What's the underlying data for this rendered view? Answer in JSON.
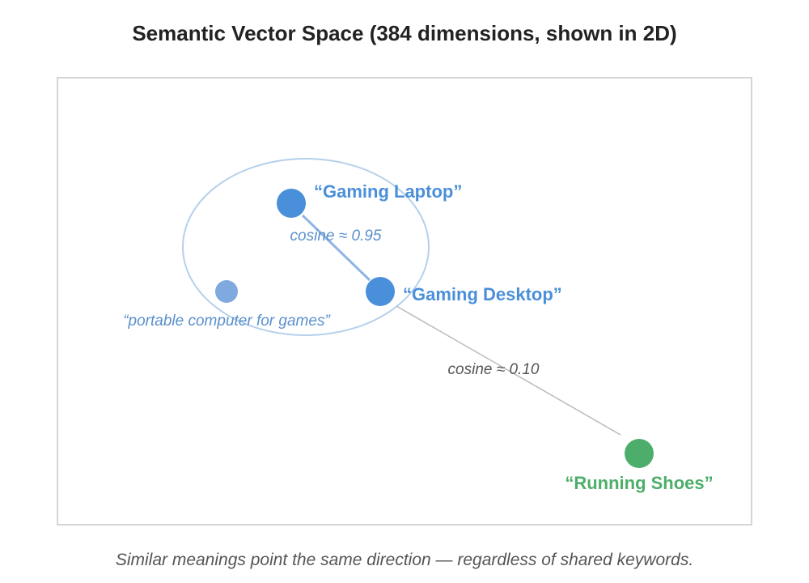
{
  "title": "Semantic Vector Space (384 dimensions, shown in 2D)",
  "caption": "Similar meanings point the same direction — regardless of shared keywords.",
  "colors": {
    "blue": "#4a8fd9",
    "blue_light": "#7fa9df",
    "blue_text": "#5a90cc",
    "green": "#4cae6a",
    "cluster": "#b5d0ec",
    "link_gray": "#bbbbbb",
    "gray_text": "#555555"
  },
  "points": {
    "gaming_laptop": "“Gaming Laptop”",
    "gaming_desktop": "“Gaming Desktop”",
    "portable_query": "“portable computer for games”",
    "running_shoes": "“Running Shoes”"
  },
  "similarities": {
    "laptop_desktop": "cosine ≈ 0.95",
    "desktop_shoes": "cosine ≈ 0.10"
  }
}
